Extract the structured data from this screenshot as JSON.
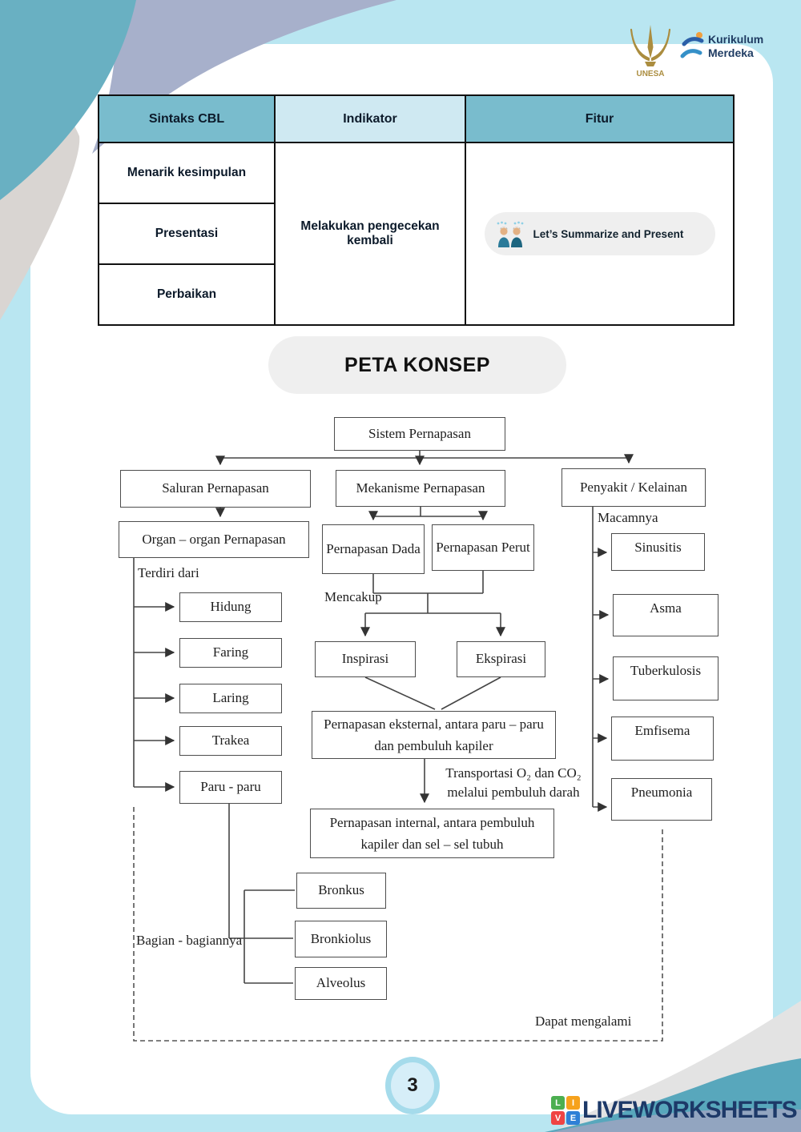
{
  "header": {
    "unesa_label": "UNESA",
    "kurikulum_line1": "Kurikulum",
    "kurikulum_line2": "Merdeka"
  },
  "table": {
    "headers": [
      "Sintaks CBL",
      "Indikator",
      "Fitur"
    ],
    "sintaks_rows": [
      "Menarik kesimpulan",
      "Presentasi",
      "Perbaikan"
    ],
    "indikator": "Melakukan pengecekan kembali",
    "fitur_label": "Let’s Summarize and Present"
  },
  "section_title": "PETA KONSEP",
  "diagram": {
    "nodes": {
      "sistem": "Sistem Pernapasan",
      "saluran": "Saluran Pernapasan",
      "mekanisme": "Mekanisme Pernapasan",
      "penyakit": "Penyakit / Kelainan",
      "organ": "Organ – organ Pernapasan",
      "dada": "Pernapasan Dada",
      "perut": "Pernapasan Perut",
      "sinusitis": "Sinusitis",
      "hidung": "Hidung",
      "faring": "Faring",
      "asma": "Asma",
      "laring": "Laring",
      "trakea": "Trakea",
      "tuberkulosis": "Tuberkulosis",
      "paru": "Paru - paru",
      "emfisema": "Emfisema",
      "pneumonia": "Pneumonia",
      "inspirasi": "Inspirasi",
      "ekspirasi": "Ekspirasi",
      "eksternal": "Pernapasan eksternal, antara paru – paru dan pembuluh kapiler",
      "internal": "Pernapasan internal, antara pembuluh kapiler dan sel – sel tubuh",
      "bronkus": "Bronkus",
      "bronkiolus": "Bronkiolus",
      "alveolus": "Alveolus"
    },
    "labels": {
      "terdiri_dari": "Terdiri dari",
      "macamnya": "Macamnya",
      "mencakup": "Mencakup",
      "transportasi_1": "Transportasi O₂ dan CO₂",
      "transportasi_2": "melalui pembuluh darah",
      "bagian_bagiannya": "Bagian - bagiannya",
      "dapat_mengalami": "Dapat mengalami"
    }
  },
  "footer": {
    "page_number": "3",
    "brand": "LIVEWORKSHEETS",
    "logo_squares": [
      "L",
      "I",
      "V",
      "E"
    ]
  },
  "colors": {
    "background_blue": "#b9e6f1",
    "corner_teal": "#69b0c2",
    "corner_lavender": "#a7b0cb",
    "corner_gray": "#d9d5d2",
    "table_header_teal": "#79bccd",
    "table_header_light": "#cfe9f2",
    "pill_gray": "#efefef",
    "brand_navy": "#1d3968",
    "unesa_gold": "#ab8d3f",
    "swoosh_teal": "#58a7bc",
    "swoosh_bluegray": "#92a5c0"
  }
}
